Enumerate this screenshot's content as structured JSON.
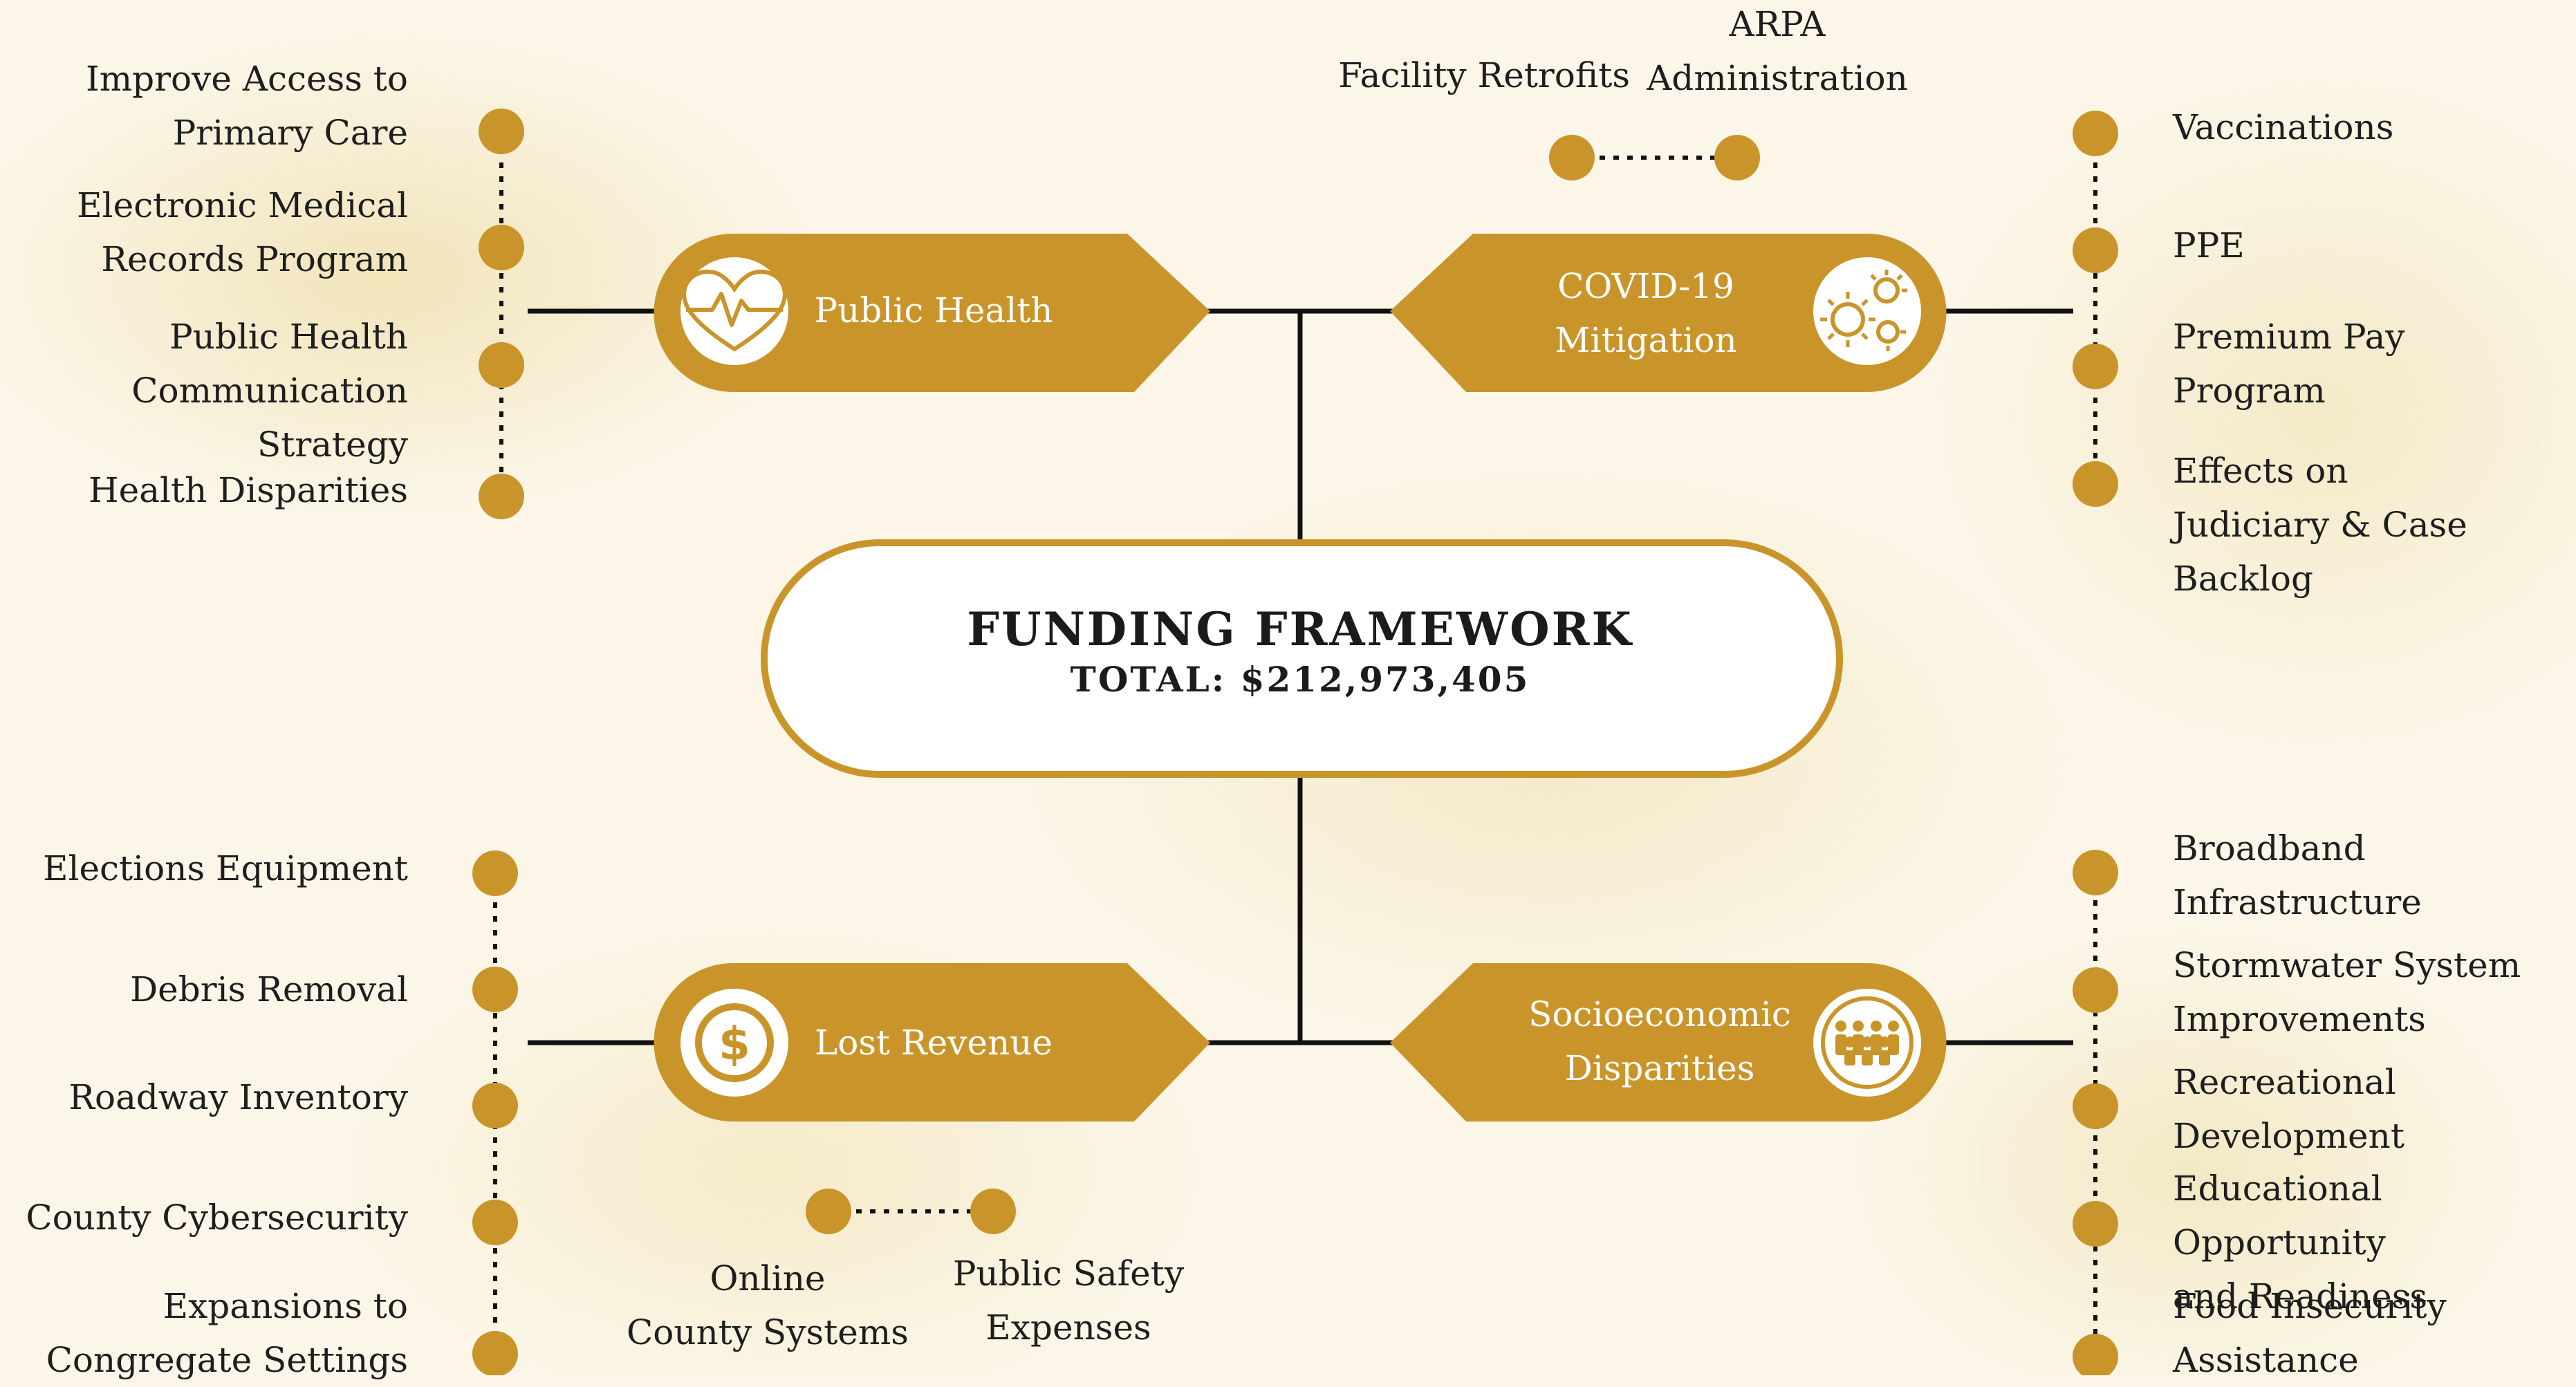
{
  "center": {
    "title": "FUNDING FRAMEWORK",
    "total": "TOTAL: $212,973,405"
  },
  "colors": {
    "accent": "#c9952a",
    "line": "#111111",
    "background": "#fbf6e8"
  },
  "branches": {
    "public_health": {
      "label": "Public Health",
      "icon": "heart-pulse-icon",
      "items": [
        "Improve Access to\nPrimary Care",
        "Electronic Medical\nRecords Program",
        "Public Health\nCommunication Strategy",
        "Health Disparities"
      ]
    },
    "covid": {
      "label": "COVID-19\nMitigation",
      "icon": "virus-icon",
      "items": [
        "Vaccinations",
        "PPE",
        "Premium Pay\nProgram",
        "Effects on\nJudiciary & Case\nBacklog"
      ],
      "top_items": [
        "Facility Retrofits",
        "ARPA\nAdministration"
      ]
    },
    "lost_revenue": {
      "label": "Lost Revenue",
      "icon": "dollar-coin-icon",
      "items": [
        "Elections Equipment",
        "Debris Removal",
        "Roadway Inventory",
        "County Cybersecurity",
        "Expansions to\nCongregate Settings"
      ],
      "bottom_items": [
        "Online\nCounty Systems",
        "Public Safety\nExpenses"
      ]
    },
    "socioeconomic": {
      "label": "Socioeconomic\nDisparities",
      "icon": "people-group-icon",
      "items": [
        "Broadband\nInfrastructure",
        "Stormwater System\nImprovements",
        "Recreational\nDevelopment",
        "Educational Opportunity\nand Readiness",
        "Food Insecurity\nAssistance"
      ]
    }
  }
}
